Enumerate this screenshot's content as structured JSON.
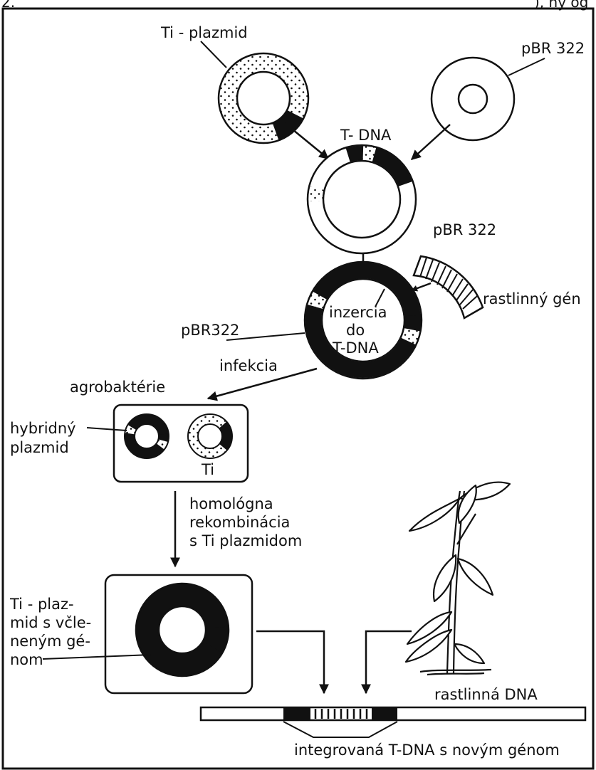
{
  "header_fragments": {
    "left": "2.",
    "right": "), ny og"
  },
  "labels": {
    "ti_plasmid": "Ti - plazmid",
    "pbr322_top": "pBR 322",
    "t_dna": "T- DNA",
    "pbr322_mid": "pBR 322",
    "plant_gene": "rastlinný gén",
    "pbr322_left": "pBR322",
    "insertion": [
      "inzercia",
      "do",
      "T-DNA"
    ],
    "infection": "infekcia",
    "agrobacteria": "agrobaktérie",
    "hybrid_plasmid": [
      "hybridný",
      "plazmid"
    ],
    "ti": "Ti",
    "recombination": [
      "homológna",
      "rekombinácia",
      "s Ti  plazmidom"
    ],
    "ti_with_gene": [
      "Ti - plaz-",
      "mid s včle-",
      "neným gé-",
      "nom"
    ],
    "plant_dna": "rastlinná  DNA",
    "integrated": "integrovaná  T-DNA s novým génom"
  },
  "colors": {
    "ink": "#111111",
    "paper": "#ffffff"
  }
}
